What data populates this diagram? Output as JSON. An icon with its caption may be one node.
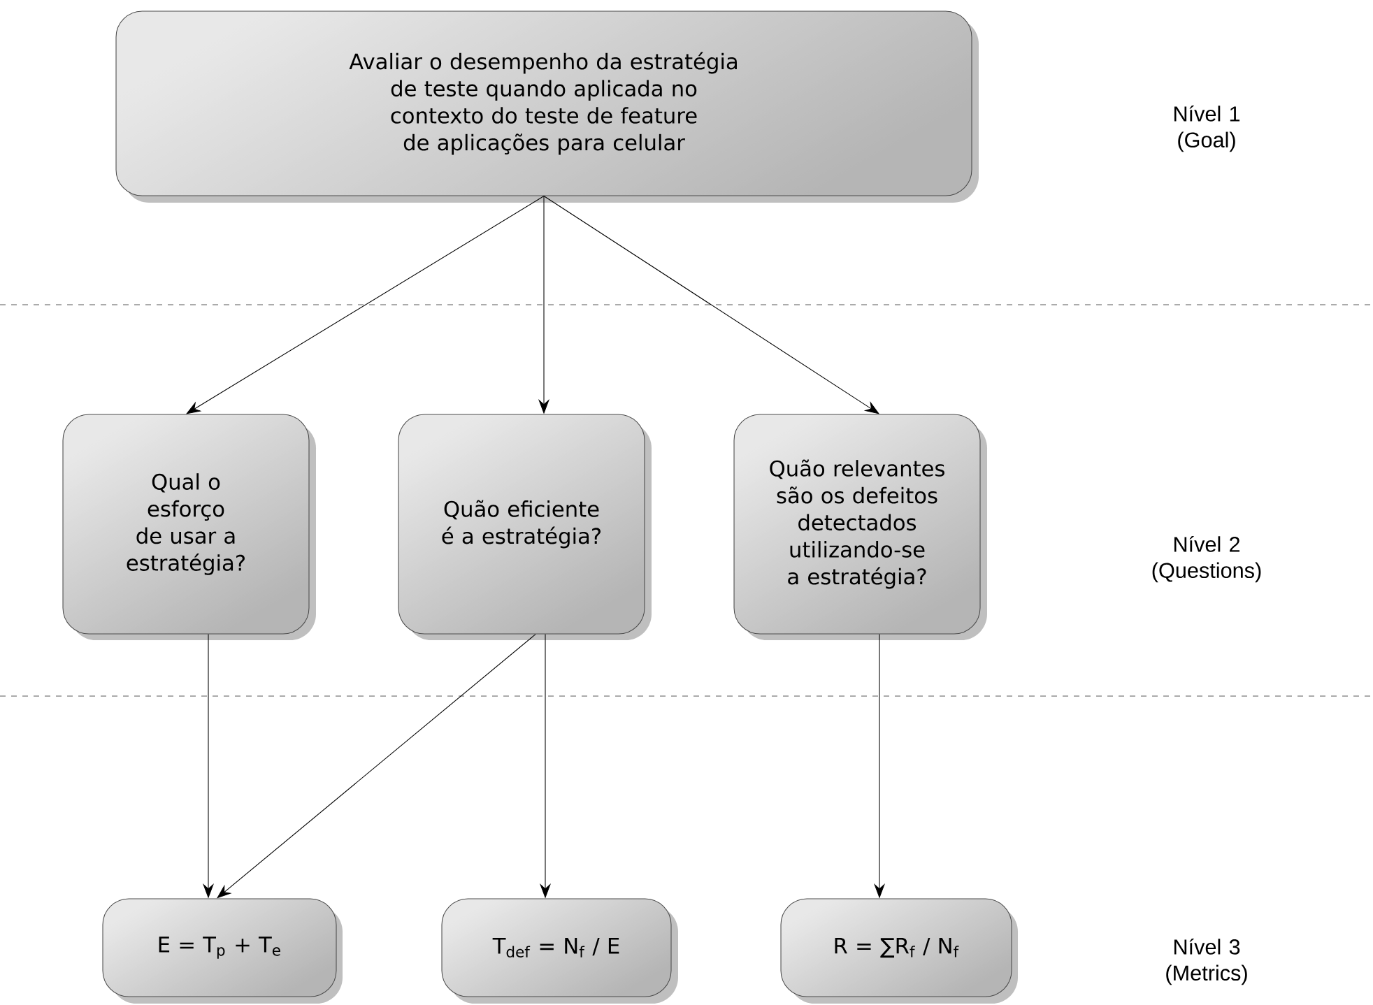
{
  "diagram": {
    "nodes": [
      {
        "text": [
          "Avaliar o desempenho da estratégia de  teste quando aplicada no contexto do teste de feature de aplicações para celular"
        ]
      },
      {
        "text": [
          "Qual o esforço de usar a estratégia?"
        ]
      },
      {
        "text": [
          "Quão eficiente é a estratégia?"
        ]
      },
      {
        "text": [
          "Quão relevantes são os defeitos detectados utilizando-se a estratégia?"
        ]
      },
      {
        "text": [
          "E = T$_{p}$ + T$_{e}$"
        ]
      },
      {
        "text": [
          "T$_{def}$ = N$_{f}$ / E"
        ]
      },
      {
        "text": [
          "R = ∑R$_{f}$ / N$_{f}$"
        ]
      }
    ],
    "edges": [
      {
        "from": 0,
        "to": 1,
        "arrow": "to"
      },
      {
        "from": 0,
        "to": 2,
        "arrow": "to"
      },
      {
        "from": 0,
        "to": 3,
        "arrow": "to"
      },
      {
        "from": 1,
        "to": 4,
        "arrow": "to"
      },
      {
        "from": 2,
        "to": 4,
        "arrow": "to"
      },
      {
        "from": 2,
        "to": 5,
        "arrow": "to"
      },
      {
        "from": 3,
        "to": 6,
        "arrow": "to"
      }
    ],
    "labels": [
      "Nível 1 (Goal)",
      "Nível 2 (Questions)",
      "Nível 3 (Metrics)"
    ]
  }
}
